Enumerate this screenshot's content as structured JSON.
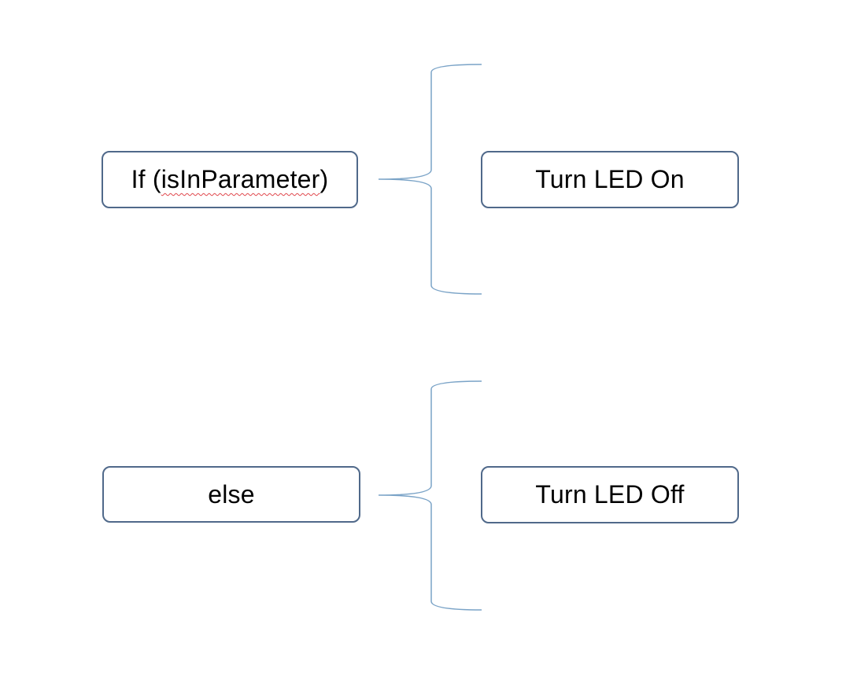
{
  "diagram": {
    "condition_node": {
      "prefix": "If (",
      "keyword": "isInParameter",
      "suffix": ")",
      "spellcheck_flagged": true
    },
    "true_action_node": {
      "label": "Turn LED On"
    },
    "else_node": {
      "label": "else"
    },
    "false_action_node": {
      "label": "Turn LED Off"
    },
    "colors": {
      "box_border": "#50698a",
      "brace_stroke": "#7aa3c7",
      "spellcheck_underline": "#e0474c",
      "text": "#000000",
      "background": "#ffffff"
    }
  }
}
